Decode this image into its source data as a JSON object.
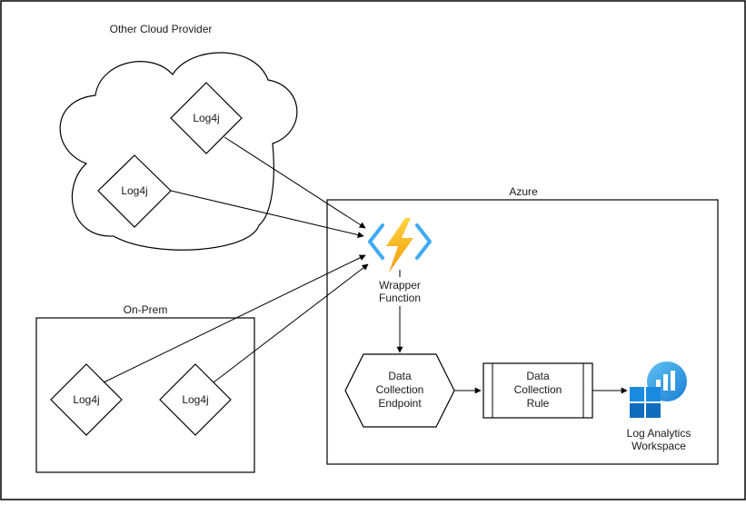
{
  "labels": {
    "cloud_title": "Other Cloud Provider",
    "azure_title": "Azure",
    "onprem_title": "On-Prem",
    "log4j_cloud_1": "Log4j",
    "log4j_cloud_2": "Log4j",
    "log4j_onprem_1": "Log4j",
    "log4j_onprem_2": "Log4j",
    "wrapper_line1": "Wrapper",
    "wrapper_line2": "Function",
    "dce_line1": "Data",
    "dce_line2": "Collection",
    "dce_line3": "Endpoint",
    "dcr_line1": "Data",
    "dcr_line2": "Collection",
    "dcr_line3": "Rule",
    "law_line1": "Log Analytics",
    "law_line2": "Workspace"
  },
  "icons": {
    "function": "azure-function-icon",
    "workspace": "log-analytics-workspace-icon"
  },
  "colors": {
    "stroke": "#000000",
    "text": "#1a1a1a",
    "function_bolt": "#F5B41B",
    "function_bracket": "#3FA9F5",
    "workspace_blue": "#1B8BE0",
    "workspace_light": "#5FC2F2"
  }
}
